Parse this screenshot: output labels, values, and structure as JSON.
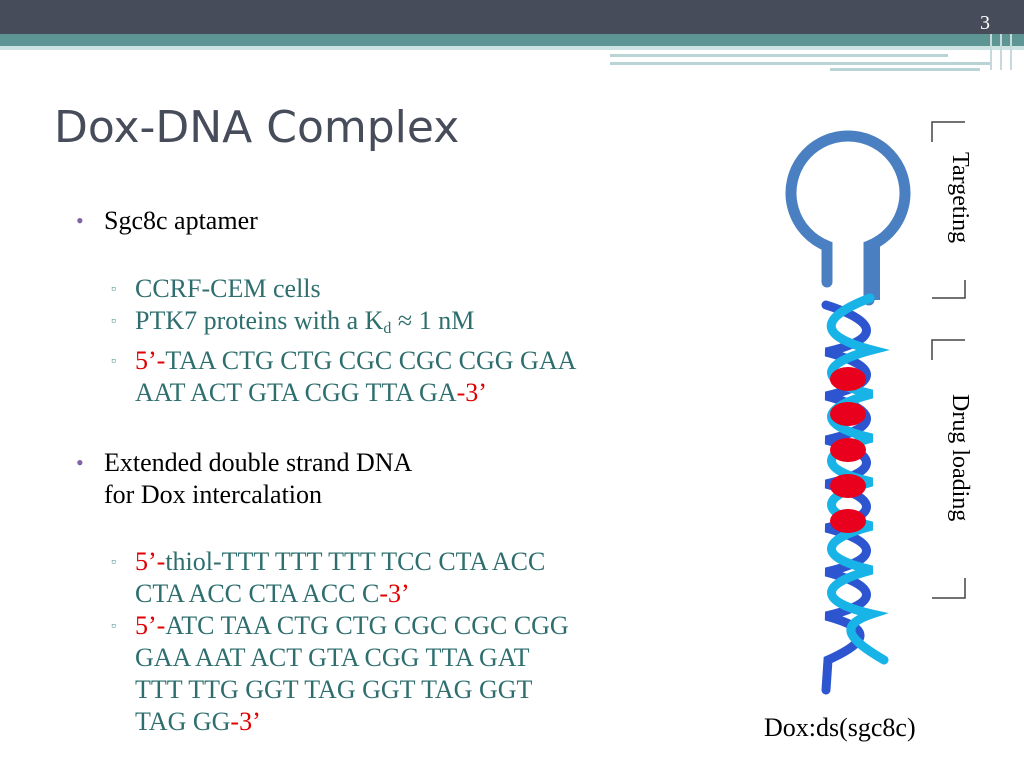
{
  "slide_number": "3",
  "title": "Dox-DNA Complex",
  "bullets": [
    {
      "text": "Sgc8c aptamer",
      "subs": [
        {
          "plain": "CCRF-CEM cells"
        },
        {
          "pre": "PTK7 proteins with a K",
          "sub": "d",
          "post": " ≈ 1 nM"
        },
        {
          "red_start": "5’-",
          "line1": "TAA CTG CTG CGC CGC CGG GAA",
          "line2": "AAT ACT GTA CGG TTA GA",
          "red_end": "-3’"
        }
      ]
    },
    {
      "line1": "Extended double strand DNA",
      "line2": "for Dox intercalation",
      "subs": [
        {
          "red_start": "5’-",
          "line1": "thiol-TTT TTT TTT TCC CTA ACC",
          "line2": "CTA ACC CTA ACC C",
          "red_end": "-3’"
        },
        {
          "red_start": "5’-",
          "line1": "ATC TAA CTG CTG CGC CGC CGG",
          "line2": "GAA AAT ACT GTA CGG TTA GAT",
          "line3": "TTT TTG GGT TAG GGT TAG GGT",
          "line4": "TAG GG",
          "red_end": "-3’"
        }
      ]
    }
  ],
  "labels": {
    "targeting": "Targeting",
    "drug_loading": "Drug loading",
    "caption": "Dox:ds(sgc8c)"
  },
  "colors": {
    "title": "#464c5a",
    "bullet_dot": "#7f64a6",
    "sub_text": "#2e6e6e",
    "highlight": "#e00000",
    "helix_light": "#18b4e8",
    "helix_dark": "#2e55d0",
    "loop": "#4a7fc1",
    "dox": "#e8001c"
  }
}
